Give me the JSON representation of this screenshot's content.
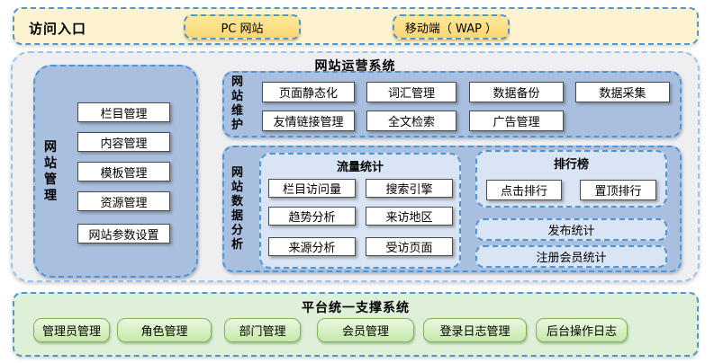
{
  "entrance": {
    "title": "访问入口",
    "pc_label": "PC 网站",
    "wap_label": "移动端（ WAP ）"
  },
  "operation": {
    "title": "网站运营系统",
    "management": {
      "label": "网站管理",
      "items": [
        "栏目管理",
        "内容管理",
        "模板管理",
        "资源管理",
        "网站参数设置"
      ]
    },
    "maintenance": {
      "label": "网站维护",
      "row1": [
        "页面静态化",
        "词汇管理",
        "数据备份",
        "数据采集"
      ],
      "row2": [
        "友情链接管理",
        "全文检索",
        "广告管理"
      ]
    },
    "analysis": {
      "label": "网站数据分析",
      "traffic": {
        "title": "流量统计",
        "items": [
          "栏目访问量",
          "搜索引擎",
          "趋势分析",
          "来访地区",
          "来源分析",
          "受访页面"
        ]
      },
      "ranking": {
        "title": "排行榜",
        "items": [
          "点击排行",
          "置顶排行"
        ]
      },
      "bars": [
        "发布统计",
        "注册会员统计"
      ]
    }
  },
  "support": {
    "title": "平台统一支撑系统",
    "items": [
      "管理员管理",
      "角色管理",
      "部门管理",
      "会员管理",
      "登录日志管理",
      "后台操作日志"
    ]
  },
  "colors": {
    "accent_border": "#4E96D3",
    "entrance_bg": "#FDF3D1",
    "entrance_button_bg": "#FBD671",
    "operation_bg": "#EFEFF1",
    "section_blue": "#A9BFDF",
    "inner_blue": "#D9E5F4",
    "support_bg": "#DFF0D8",
    "support_button_bg": "#C6E8AB",
    "support_button_border": "#7FB35D"
  }
}
